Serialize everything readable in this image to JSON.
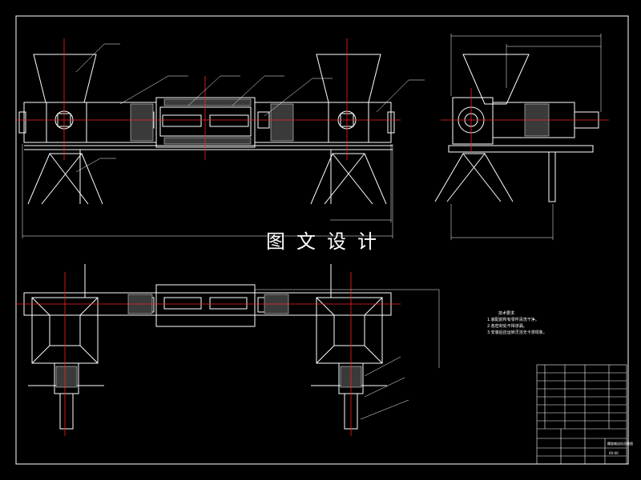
{
  "colors": {
    "background": "#000000",
    "frame": "#ffffff",
    "outline": "#ffffff",
    "centerline": "#ff2020",
    "hatch": "#d8d8d8",
    "dimension": "#ffffff"
  },
  "watermark": {
    "text": "图文设计"
  },
  "technical_notes": {
    "title": "技术要求",
    "items": [
      "1.装配前所有零件清洗干净。",
      "2.各密封处不得渗漏。",
      "3.安装后应运转灵活无卡滞现象。"
    ]
  },
  "title_block": {
    "drawing_name": "螺旋输送机总装图",
    "drawing_number": "00-00"
  }
}
